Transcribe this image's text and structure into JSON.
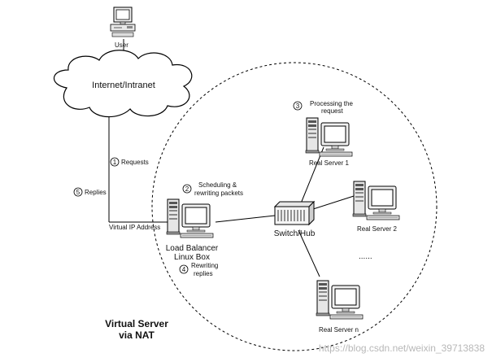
{
  "nodes": {
    "user": "User",
    "cloud": "Internet/Intranet",
    "switch": "Switch/Hub",
    "lb_line1": "Load Balancer",
    "lb_line2": "Linux Box",
    "rs1": "Real Server 1",
    "rs2": "Real Server 2",
    "rsn": "Real Server n"
  },
  "labels": {
    "vip": "Virtual IP Address",
    "ellipsis": "......"
  },
  "steps": [
    {
      "num": "1",
      "line1": "Requests",
      "line2": ""
    },
    {
      "num": "2",
      "line1": "Scheduling &",
      "line2": "rewriting packets"
    },
    {
      "num": "3",
      "line1": "Processing the",
      "line2": "request"
    },
    {
      "num": "4",
      "line1": "Rewriting",
      "line2": "replies"
    },
    {
      "num": "5",
      "line1": "Replies",
      "line2": ""
    }
  ],
  "title": {
    "line1": "Virtual Server",
    "line2": "via NAT"
  },
  "watermark": "https://blog.csdn.net/weixin_39713838"
}
